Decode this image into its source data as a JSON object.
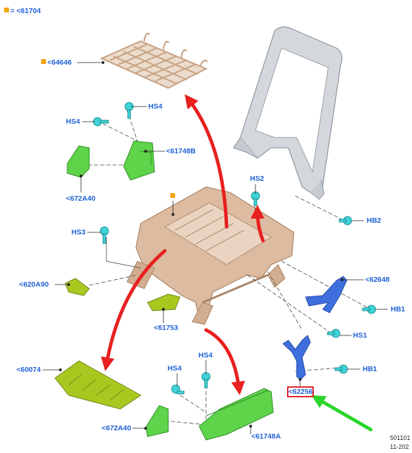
{
  "colors": {
    "label": "#1d5fd6",
    "marker": "#f5a40a",
    "arrow_red": "#e8201f",
    "arrow_green": "#2ad62a",
    "highlight": "#e0262e",
    "frame_tan": "#d9b89c",
    "frame_grey": "#d4d8dd",
    "green_part": "#5fd34a",
    "olive_part": "#a9c81f",
    "blue_part": "#3e6fdc",
    "fastener": "#3fd3d8"
  },
  "legend": {
    "marker_icon": "orange-square",
    "text": "= <61704"
  },
  "labels": {
    "l64646": "<64646",
    "hs4_top_left": "HS4",
    "hs4_top": "HS4",
    "l61748b": "<61748B",
    "l672a40_top": "<672A40",
    "hs2": "HS2",
    "hb2": "HB2",
    "hs3": "HS3",
    "l620a90": "<620A90",
    "l62648": "<62648",
    "hb1_upper": "HB1",
    "l61753": "<61753",
    "hs1": "HS1",
    "l60074": "<60074",
    "hs4_bottom_left": "HS4",
    "hs4_bottom": "HS4",
    "hb1_lower": "HB1",
    "l62256": "<62256",
    "l672a40_bottom": "<672A40",
    "l61748a": "<61748A"
  },
  "reference": {
    "line1": "501101",
    "line2": "11-202"
  }
}
